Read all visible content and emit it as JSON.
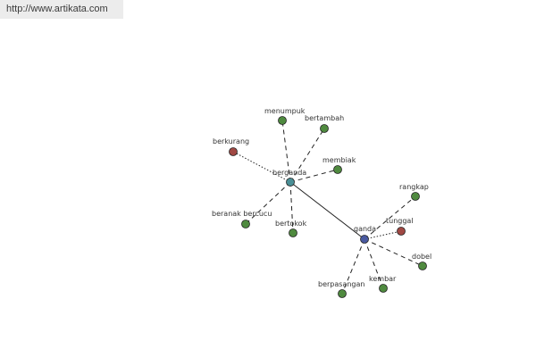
{
  "site_url": "http://www.artikata.com",
  "colors": {
    "center": "#4a5aa0",
    "hub": "#4a8f96",
    "synonym": "#4f8a3f",
    "antonym": "#a04843",
    "node_stroke": "#222222",
    "edge": "#222222"
  },
  "graph": {
    "nodes": [
      {
        "id": "ganda",
        "label": "ganda",
        "kind": "center"
      },
      {
        "id": "berganda",
        "label": "berganda",
        "kind": "hub"
      },
      {
        "id": "menumpuk",
        "label": "menumpuk",
        "kind": "synonym"
      },
      {
        "id": "bertambah",
        "label": "bertambah",
        "kind": "synonym"
      },
      {
        "id": "berkurang",
        "label": "berkurang",
        "kind": "antonym"
      },
      {
        "id": "membiak",
        "label": "membiak",
        "kind": "synonym"
      },
      {
        "id": "beranak-bercucu",
        "label": "beranak bercucu",
        "kind": "synonym"
      },
      {
        "id": "bertokok",
        "label": "bertokok",
        "kind": "synonym"
      },
      {
        "id": "rangkap",
        "label": "rangkap",
        "kind": "synonym"
      },
      {
        "id": "tunggal",
        "label": "tunggal",
        "kind": "antonym"
      },
      {
        "id": "dobel",
        "label": "dobel",
        "kind": "synonym"
      },
      {
        "id": "berpasangan",
        "label": "berpasangan",
        "kind": "synonym"
      },
      {
        "id": "kembar",
        "label": "kembar",
        "kind": "synonym"
      }
    ],
    "edges": [
      {
        "from": "berganda",
        "to": "ganda",
        "style": "solid"
      },
      {
        "from": "berganda",
        "to": "menumpuk",
        "style": "dashed"
      },
      {
        "from": "berganda",
        "to": "bertambah",
        "style": "dashed"
      },
      {
        "from": "berganda",
        "to": "berkurang",
        "style": "dotted"
      },
      {
        "from": "berganda",
        "to": "membiak",
        "style": "dashed"
      },
      {
        "from": "berganda",
        "to": "beranak-bercucu",
        "style": "dashed"
      },
      {
        "from": "berganda",
        "to": "bertokok",
        "style": "dashed"
      },
      {
        "from": "ganda",
        "to": "rangkap",
        "style": "dashed"
      },
      {
        "from": "ganda",
        "to": "tunggal",
        "style": "dotted"
      },
      {
        "from": "ganda",
        "to": "dobel",
        "style": "dashed"
      },
      {
        "from": "ganda",
        "to": "berpasangan",
        "style": "dashed"
      },
      {
        "from": "ganda",
        "to": "kembar",
        "style": "dashed"
      }
    ]
  }
}
